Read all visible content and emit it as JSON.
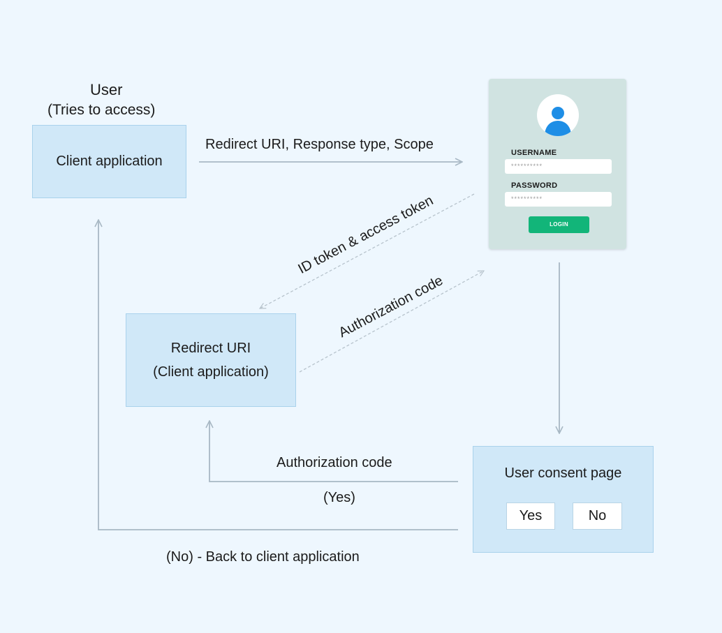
{
  "user": {
    "title": "User",
    "subtitle": "(Tries to access)"
  },
  "client_app": {
    "label": "Client application"
  },
  "redirect_box": {
    "line1": "Redirect URI",
    "line2": "(Client application)"
  },
  "consent": {
    "title": "User consent page",
    "yes_label": "Yes",
    "no_label": "No"
  },
  "login": {
    "username_label": "USERNAME",
    "username_value": "**********",
    "password_label": "PASSWORD",
    "password_value": "**********",
    "button_label": "LOGIN"
  },
  "edges": {
    "request": "Redirect URI, Response type, Scope",
    "tokens": "ID token & access token",
    "auth_code_diag": "Authorization code",
    "auth_code": "Authorization code",
    "yes": "(Yes)",
    "no_back": "(No) - Back to client application"
  },
  "colors": {
    "background": "#eef7fe",
    "box_fill": "#d0e8f8",
    "box_border": "#a9d2ec",
    "login_card": "#d0e3e1",
    "login_button": "#12b579",
    "avatar_blue": "#1e8ee6",
    "arrow": "#a8b8c4"
  }
}
